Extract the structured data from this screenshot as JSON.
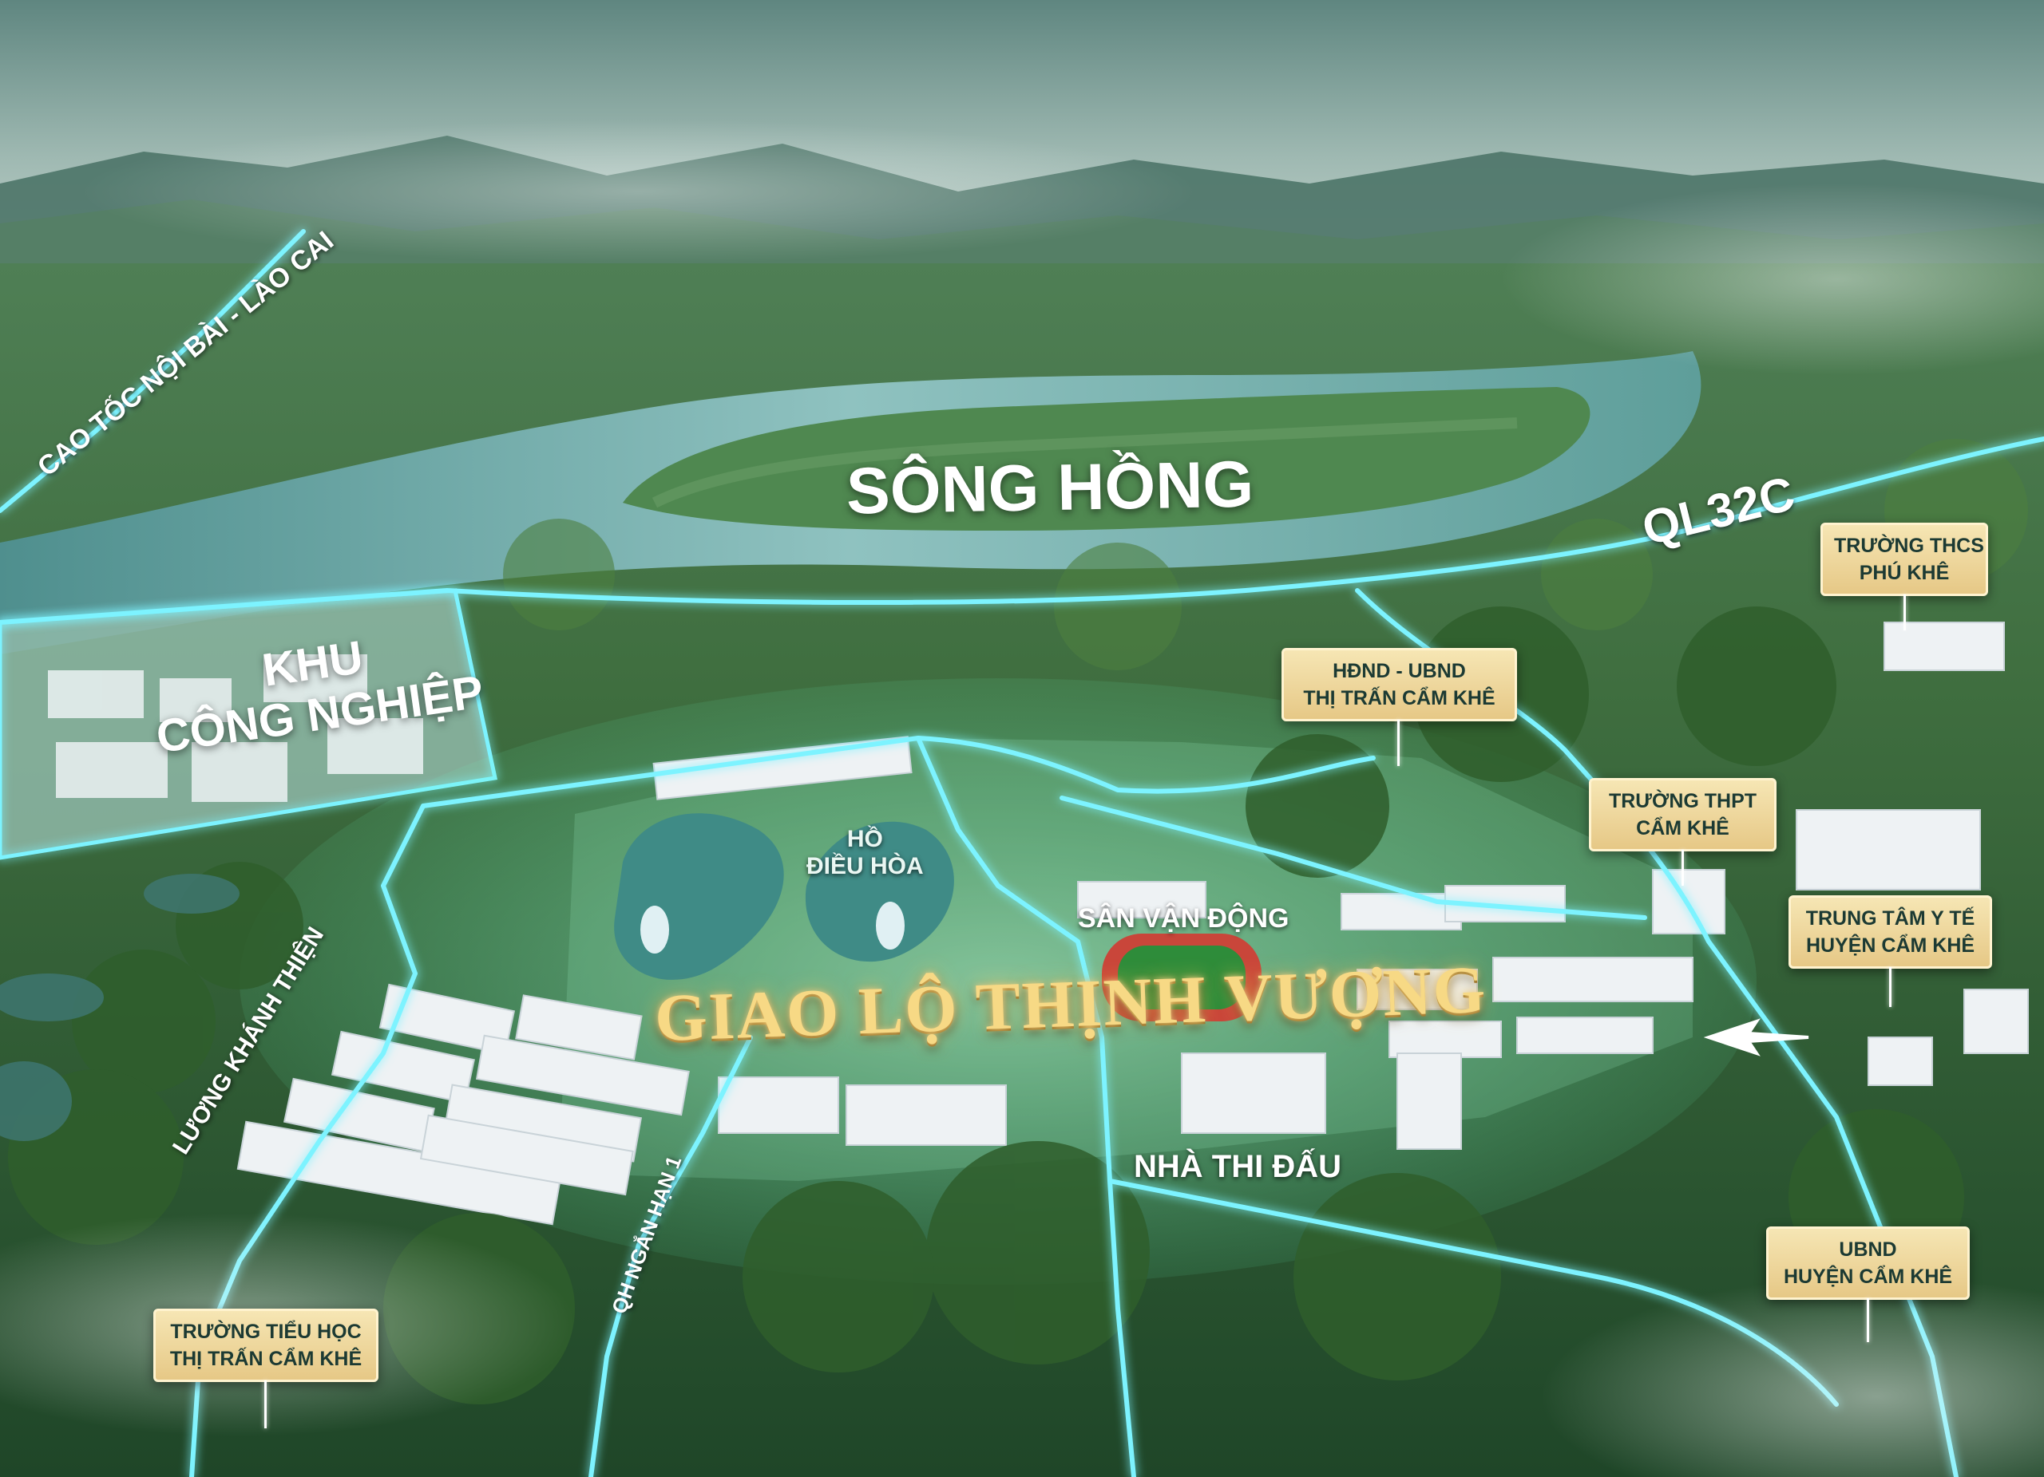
{
  "map": {
    "river_name": "SÔNG HỒNG",
    "industrial_zone_line1": "KHU",
    "industrial_zone_line2": "CÔNG NGHIỆP",
    "project_headline": "GIAO LỘ THỊNH VƯỢNG",
    "lake_line1": "HỒ",
    "lake_line2": "ĐIỀU HÒA",
    "stadium_label": "SÂN VẬN ĐỘNG",
    "sports_hall_label": "NHÀ THI ĐẤU"
  },
  "roads": {
    "expressway": "CAO TỐC NỘI BÀI - LÀO CAI",
    "national_road": "QL32C",
    "luong_khanh_thien": "LƯƠNG KHÁNH THIỆN",
    "qh_ngan_han": "QH NGẮN HẠN 1"
  },
  "callouts": {
    "thcs_phu_khe": [
      "TRƯỜNG THCS",
      "PHÚ KHÊ"
    ],
    "hdnd_ubnd": [
      "HĐND - UBND",
      "THỊ TRẤN CẨM KHÊ"
    ],
    "thpt_cam_khe": [
      "TRƯỜNG THPT",
      "CẨM KHÊ"
    ],
    "trung_tam_y_te": [
      "TRUNG TÂM Y TẾ",
      "HUYỆN CẨM KHÊ"
    ],
    "ubnd_huyen": [
      "UBND",
      "HUYỆN CẨM KHÊ"
    ],
    "tieu_hoc": [
      "TRƯỜNG TIỂU HỌC",
      "THỊ TRẤN CẨM KHÊ"
    ]
  },
  "colors": {
    "road_glow": "#7df3ff",
    "callout_fill": "#f1dba0",
    "headline_gold": "#f7d985"
  }
}
